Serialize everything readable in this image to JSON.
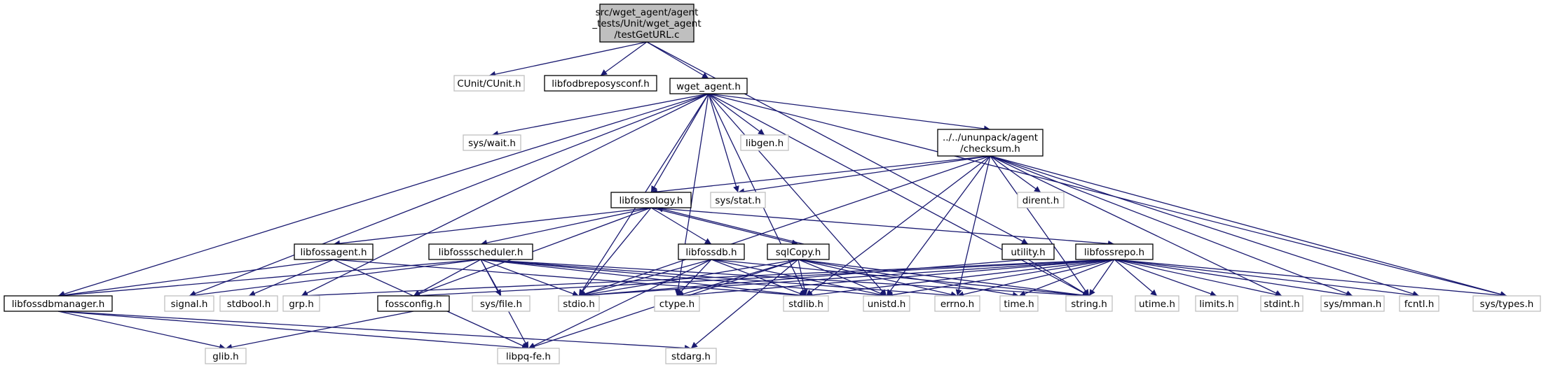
{
  "graph": {
    "edge_color": "#191970",
    "root_fill": "#bfbfbf",
    "external_border": "#bfbfbf",
    "nodes": [
      {
        "id": "root",
        "kind": "root",
        "lines": [
          "src/wget_agent/agent",
          "_tests/Unit/wget_agent",
          "/testGetURL.c"
        ]
      },
      {
        "id": "cunit",
        "kind": "sys",
        "lines": [
          "CUnit/CUnit.h"
        ]
      },
      {
        "id": "libfodbrepo",
        "kind": "solid",
        "lines": [
          "libfodbreposysconf.h"
        ]
      },
      {
        "id": "wget_agent",
        "kind": "solid",
        "lines": [
          "wget_agent.h"
        ]
      },
      {
        "id": "sys_wait",
        "kind": "sys",
        "lines": [
          "sys/wait.h"
        ]
      },
      {
        "id": "libgen",
        "kind": "sys",
        "lines": [
          "libgen.h"
        ]
      },
      {
        "id": "checksum",
        "kind": "solid",
        "lines": [
          "../../ununpack/agent",
          "/checksum.h"
        ]
      },
      {
        "id": "libfossology",
        "kind": "solid",
        "lines": [
          "libfossology.h"
        ]
      },
      {
        "id": "sys_stat",
        "kind": "sys",
        "lines": [
          "sys/stat.h"
        ]
      },
      {
        "id": "dirent",
        "kind": "sys",
        "lines": [
          "dirent.h"
        ]
      },
      {
        "id": "utility",
        "kind": "solid",
        "lines": [
          "utility.h"
        ]
      },
      {
        "id": "libfossagent",
        "kind": "solid",
        "lines": [
          "libfossagent.h"
        ]
      },
      {
        "id": "libfossscheduler",
        "kind": "solid",
        "lines": [
          "libfossscheduler.h"
        ]
      },
      {
        "id": "libfossdb",
        "kind": "solid",
        "lines": [
          "libfossdb.h"
        ]
      },
      {
        "id": "sqlcopy",
        "kind": "solid",
        "lines": [
          "sqlCopy.h"
        ]
      },
      {
        "id": "libfossrepo",
        "kind": "solid",
        "lines": [
          "libfossrepo.h"
        ]
      },
      {
        "id": "libfossdbmanager",
        "kind": "solid",
        "lines": [
          "libfossdbmanager.h"
        ]
      },
      {
        "id": "signal",
        "kind": "sys",
        "lines": [
          "signal.h"
        ]
      },
      {
        "id": "stdbool",
        "kind": "sys",
        "lines": [
          "stdbool.h"
        ]
      },
      {
        "id": "grp",
        "kind": "sys",
        "lines": [
          "grp.h"
        ]
      },
      {
        "id": "fossconfig",
        "kind": "solid",
        "lines": [
          "fossconfig.h"
        ]
      },
      {
        "id": "sys_file",
        "kind": "sys",
        "lines": [
          "sys/file.h"
        ]
      },
      {
        "id": "stdio",
        "kind": "sys",
        "lines": [
          "stdio.h"
        ]
      },
      {
        "id": "ctype",
        "kind": "sys",
        "lines": [
          "ctype.h"
        ]
      },
      {
        "id": "stdlib",
        "kind": "sys",
        "lines": [
          "stdlib.h"
        ]
      },
      {
        "id": "unistd",
        "kind": "sys",
        "lines": [
          "unistd.h"
        ]
      },
      {
        "id": "errno",
        "kind": "sys",
        "lines": [
          "errno.h"
        ]
      },
      {
        "id": "time",
        "kind": "sys",
        "lines": [
          "time.h"
        ]
      },
      {
        "id": "string",
        "kind": "sys",
        "lines": [
          "string.h"
        ]
      },
      {
        "id": "utime",
        "kind": "sys",
        "lines": [
          "utime.h"
        ]
      },
      {
        "id": "limits",
        "kind": "sys",
        "lines": [
          "limits.h"
        ]
      },
      {
        "id": "stdint",
        "kind": "sys",
        "lines": [
          "stdint.h"
        ]
      },
      {
        "id": "sys_mman",
        "kind": "sys",
        "lines": [
          "sys/mman.h"
        ]
      },
      {
        "id": "fcntl",
        "kind": "sys",
        "lines": [
          "fcntl.h"
        ]
      },
      {
        "id": "sys_types",
        "kind": "sys",
        "lines": [
          "sys/types.h"
        ]
      },
      {
        "id": "glib",
        "kind": "sys",
        "lines": [
          "glib.h"
        ]
      },
      {
        "id": "libpq",
        "kind": "sys",
        "lines": [
          "libpq-fe.h"
        ]
      },
      {
        "id": "stdarg",
        "kind": "sys",
        "lines": [
          "stdarg.h"
        ]
      }
    ],
    "edges": [
      [
        "root",
        "cunit"
      ],
      [
        "root",
        "libfodbrepo"
      ],
      [
        "root",
        "wget_agent"
      ],
      [
        "root",
        "utility"
      ],
      [
        "wget_agent",
        "libfossdbmanager"
      ],
      [
        "wget_agent",
        "signal"
      ],
      [
        "wget_agent",
        "grp"
      ],
      [
        "wget_agent",
        "sys_wait"
      ],
      [
        "wget_agent",
        "stdio"
      ],
      [
        "wget_agent",
        "ctype"
      ],
      [
        "wget_agent",
        "libfossology"
      ],
      [
        "wget_agent",
        "sys_stat"
      ],
      [
        "wget_agent",
        "libgen"
      ],
      [
        "wget_agent",
        "checksum"
      ],
      [
        "wget_agent",
        "unistd"
      ],
      [
        "wget_agent",
        "stdlib"
      ],
      [
        "wget_agent",
        "string"
      ],
      [
        "wget_agent",
        "sys_types"
      ],
      [
        "checksum",
        "libfossology"
      ],
      [
        "checksum",
        "sys_stat"
      ],
      [
        "checksum",
        "stdio"
      ],
      [
        "checksum",
        "stdlib"
      ],
      [
        "checksum",
        "unistd"
      ],
      [
        "checksum",
        "errno"
      ],
      [
        "checksum",
        "dirent"
      ],
      [
        "checksum",
        "string"
      ],
      [
        "checksum",
        "stdint"
      ],
      [
        "checksum",
        "sys_mman"
      ],
      [
        "checksum",
        "fcntl"
      ],
      [
        "checksum",
        "sys_types"
      ],
      [
        "libfossology",
        "libfossagent"
      ],
      [
        "libfossology",
        "libfossscheduler"
      ],
      [
        "libfossology",
        "fossconfig"
      ],
      [
        "libfossology",
        "stdio"
      ],
      [
        "libfossology",
        "libfossdb"
      ],
      [
        "libfossology",
        "sqlcopy"
      ],
      [
        "libfossology",
        "libfossrepo"
      ],
      [
        "sqlcopy",
        "libfossology"
      ],
      [
        "utility",
        "stdio"
      ],
      [
        "utility",
        "string"
      ],
      [
        "libfossagent",
        "libfossdbmanager"
      ],
      [
        "libfossagent",
        "stdbool"
      ],
      [
        "libfossagent",
        "libpq"
      ],
      [
        "libfossagent",
        "stdlib"
      ],
      [
        "libfossscheduler",
        "libfossdbmanager"
      ],
      [
        "libfossscheduler",
        "signal"
      ],
      [
        "libfossscheduler",
        "fossconfig"
      ],
      [
        "libfossscheduler",
        "sys_file"
      ],
      [
        "libfossscheduler",
        "stdio"
      ],
      [
        "libfossscheduler",
        "libpq"
      ],
      [
        "libfossscheduler",
        "stdlib"
      ],
      [
        "libfossscheduler",
        "unistd"
      ],
      [
        "libfossscheduler",
        "errno"
      ],
      [
        "libfossscheduler",
        "string"
      ],
      [
        "libfossdb",
        "stdio"
      ],
      [
        "libfossdb",
        "ctype"
      ],
      [
        "libfossdb",
        "libpq"
      ],
      [
        "libfossdb",
        "stdlib"
      ],
      [
        "libfossdb",
        "unistd"
      ],
      [
        "libfossdb",
        "string"
      ],
      [
        "sqlcopy",
        "stdio"
      ],
      [
        "sqlcopy",
        "ctype"
      ],
      [
        "sqlcopy",
        "libpq"
      ],
      [
        "sqlcopy",
        "stdarg"
      ],
      [
        "sqlcopy",
        "stdlib"
      ],
      [
        "sqlcopy",
        "unistd"
      ],
      [
        "sqlcopy",
        "errno"
      ],
      [
        "sqlcopy",
        "time"
      ],
      [
        "sqlcopy",
        "string"
      ],
      [
        "libfossrepo",
        "grp"
      ],
      [
        "libfossrepo",
        "fossconfig"
      ],
      [
        "libfossrepo",
        "stdio"
      ],
      [
        "libfossrepo",
        "ctype"
      ],
      [
        "libfossrepo",
        "stdlib"
      ],
      [
        "libfossrepo",
        "unistd"
      ],
      [
        "libfossrepo",
        "errno"
      ],
      [
        "libfossrepo",
        "time"
      ],
      [
        "libfossrepo",
        "string"
      ],
      [
        "libfossrepo",
        "utime"
      ],
      [
        "libfossrepo",
        "limits"
      ],
      [
        "libfossrepo",
        "stdint"
      ],
      [
        "libfossrepo",
        "sys_mman"
      ],
      [
        "libfossrepo",
        "fcntl"
      ],
      [
        "libfossrepo",
        "sys_types"
      ],
      [
        "libfossdbmanager",
        "glib"
      ],
      [
        "libfossdbmanager",
        "libpq"
      ],
      [
        "libfossdbmanager",
        "stdarg"
      ],
      [
        "fossconfig",
        "glib"
      ]
    ]
  }
}
